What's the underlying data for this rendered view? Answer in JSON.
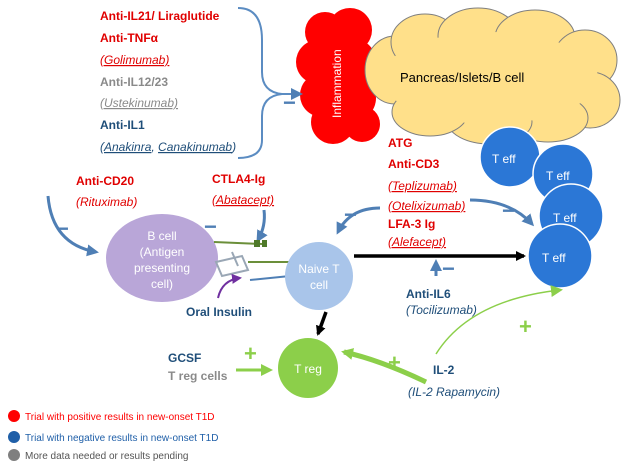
{
  "colors": {
    "red": "#ff0000",
    "darkred": "#e00000",
    "navy": "#1f4e79",
    "blue": "#1e6fd0",
    "gray": "#8a8a8a",
    "green": "#8ccf4a",
    "cloud": "#ffe08a",
    "teff": "#2b77d6",
    "bcell": "#b9a6d8",
    "naive": "#a9c5ea"
  },
  "top": {
    "inflammation": "Inflammation",
    "pancreas": "Pancreas/Islets/B cell",
    "minus": "−"
  },
  "drugs_top": {
    "il21": "Anti-IL21/ Liraglutide",
    "tnf": "Anti-TNFα",
    "golimumab": "(Golimumab)",
    "il1223": "Anti-IL12/23",
    "ustekinumab": "(Ustekinumab)",
    "il1": "Anti-IL1",
    "anakinra": "Anakinra",
    "canakinumab": "Canakinumab"
  },
  "middle": {
    "atg": "ATG",
    "cd3": "Anti-CD3",
    "teplizumab": "(Teplizumab)",
    "otelixizumab": "(Otelixizumab)",
    "lfa3": "LFA-3 Ig",
    "alefacept": "(Alefacept)",
    "cd20": "Anti-CD20",
    "rituximab": "(Rituximab)",
    "ctla4": "CTLA4-Ig",
    "abatacept": "(Abatacept)",
    "il6": "Anti-IL6",
    "tocilizumab": "(Tocilizumab)",
    "oral_insulin": "Oral Insulin",
    "gcsf": "GCSF",
    "treg_cells": "T reg cells",
    "il2": "IL-2",
    "il2_rapa": "(IL-2 Rapamycin)",
    "minus": "−",
    "plus": "+"
  },
  "cells": {
    "bcell_l1": "B cell",
    "bcell_l2": "(Antigen",
    "bcell_l3": "presenting",
    "bcell_l4": "cell)",
    "naive_l1": "Naive T",
    "naive_l2": "cell",
    "treg": "T reg",
    "teff": "T eff"
  },
  "legend": [
    {
      "label": "Trial with positive results in new-onset T1D",
      "color": "#ff0000"
    },
    {
      "label": "Trial with negative results in new-onset T1D",
      "color": "#1f5fa8"
    },
    {
      "label": "More data needed or results pending",
      "color": "#7f7f7f"
    }
  ]
}
